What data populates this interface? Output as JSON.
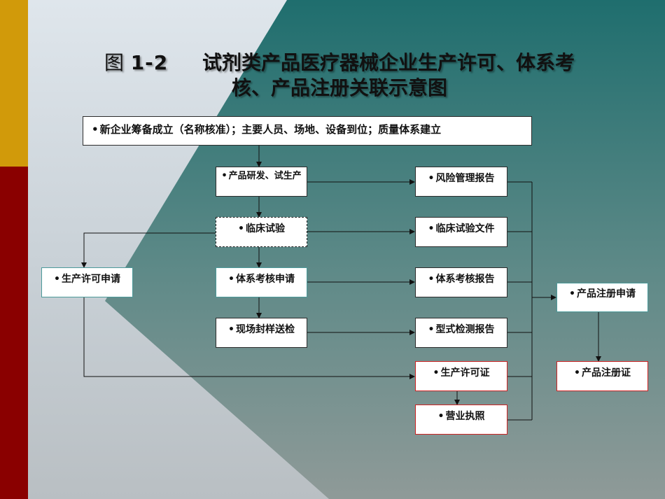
{
  "title": {
    "prefix": "图",
    "number": "1-2",
    "line1": "试剂类产品医疗器械企业生产许可、体系考",
    "line2": "核、产品注册关联示意图"
  },
  "bullet": "•",
  "boxes": {
    "new_enterprise": "新企业筹备成立（名称核准）；主要人员、场地、设备到位；质量体系建立",
    "product_rd": "产品研发、试生产",
    "clinical_trial": "临床试验",
    "system_audit_apply": "体系考核申请",
    "sample_inspect": "现场封样送检",
    "production_license_apply": "生产许可申请",
    "risk_report": "风险管理报告",
    "clinical_docs": "临床试验文件",
    "audit_report": "体系考核报告",
    "type_test_report": "型式检测报告",
    "production_license": "生产许可证",
    "business_license": "营业执照",
    "registration_apply": "产品注册申请",
    "registration_cert": "产品注册证"
  },
  "colors": {
    "accent_gold": "#d19a0a",
    "accent_red": "#8a0000",
    "teal_shape": "#2a7474",
    "red_border": "#cc2222"
  }
}
